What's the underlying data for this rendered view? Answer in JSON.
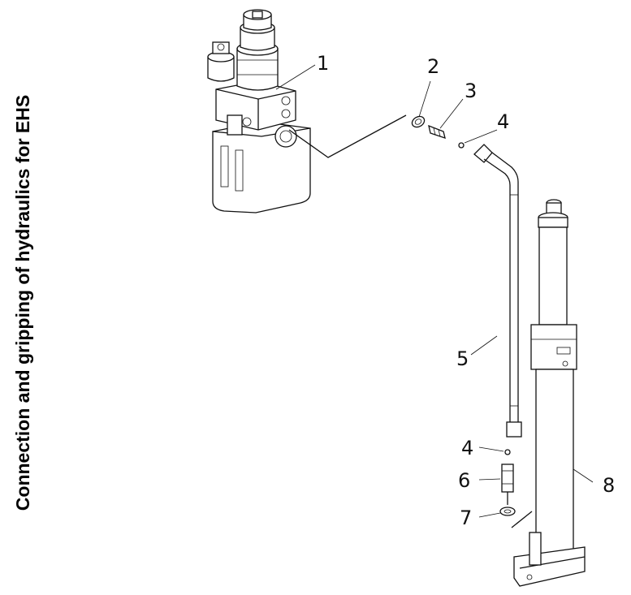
{
  "title": "Connection and gripping of hydraulics for EHS",
  "callouts": {
    "c1": "1",
    "c2": "2",
    "c3": "3",
    "c4a": "4",
    "c5": "5",
    "c4b": "4",
    "c6": "6",
    "c7": "7",
    "c8": "8"
  }
}
